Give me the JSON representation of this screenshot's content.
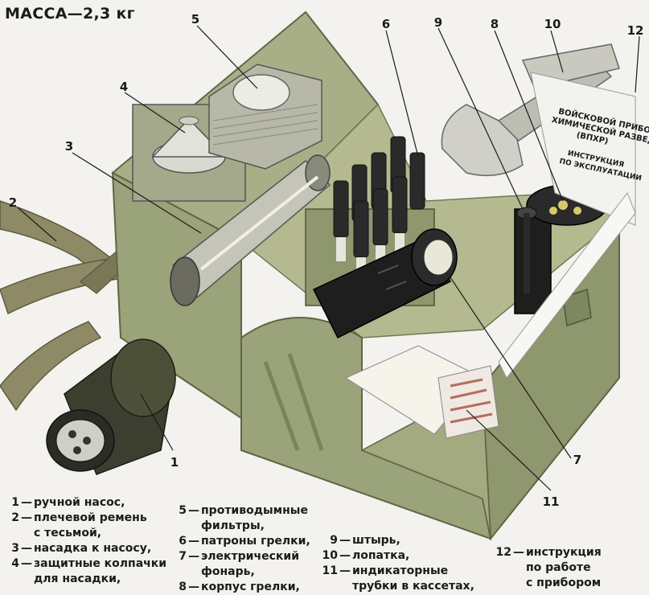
{
  "title": "МАССА—2,3 кг",
  "callouts": [
    "1",
    "2",
    "3",
    "4",
    "5",
    "6",
    "7",
    "8",
    "9",
    "10",
    "11",
    "12"
  ],
  "panel_text": {
    "line1": "ВОЙСКОВОЙ ПРИБОР",
    "line2": "ХИМИЧЕСКОЙ РАЗВЕДКИ",
    "line3": "(ВПХР)",
    "line4": "ИНСТРУКЦИЯ",
    "line5": "ПО ЭКСПЛУАТАЦИИ"
  },
  "legend": [
    {
      "num": "1",
      "lines": [
        "ручной насос,"
      ]
    },
    {
      "num": "2",
      "lines": [
        "плечевой ремень",
        "с тесьмой,"
      ]
    },
    {
      "num": "3",
      "lines": [
        "насадка к насосу,"
      ]
    },
    {
      "num": "4",
      "lines": [
        "защитные колпачки",
        "для насадки,"
      ]
    },
    {
      "num": "5",
      "lines": [
        "противодымные",
        "фильтры,"
      ]
    },
    {
      "num": "6",
      "lines": [
        "патроны грелки,"
      ]
    },
    {
      "num": "7",
      "lines": [
        "электрический",
        "фонарь,"
      ]
    },
    {
      "num": "8",
      "lines": [
        "корпус грелки,"
      ]
    },
    {
      "num": "9",
      "lines": [
        "штырь,"
      ]
    },
    {
      "num": "10",
      "lines": [
        "лопатка,"
      ]
    },
    {
      "num": "11",
      "lines": [
        "индикаторные",
        "трубки в кассетах,"
      ]
    },
    {
      "num": "12",
      "lines": [
        "инструкция",
        "по работе",
        "с прибором"
      ]
    }
  ],
  "colors": {
    "olive": "#9aa37a",
    "olive_dark": "#6f7a52",
    "olive_light": "#b9bf97",
    "strap": "#8f8a66",
    "black": "#1e1e1e",
    "metal": "#cfcfc6"
  }
}
